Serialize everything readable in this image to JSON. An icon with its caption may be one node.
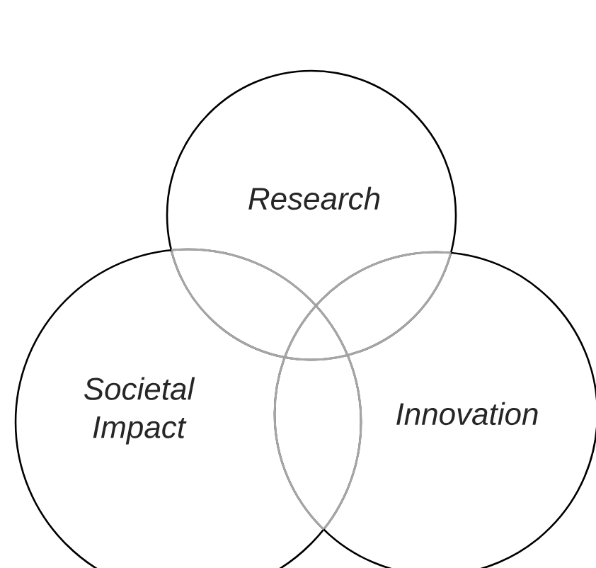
{
  "diagram": {
    "nodes": [
      {
        "text": [
          "Research"
        ]
      },
      {
        "text": [
          "Societal Impact"
        ]
      },
      {
        "text": [
          "Innovation"
        ]
      }
    ]
  }
}
